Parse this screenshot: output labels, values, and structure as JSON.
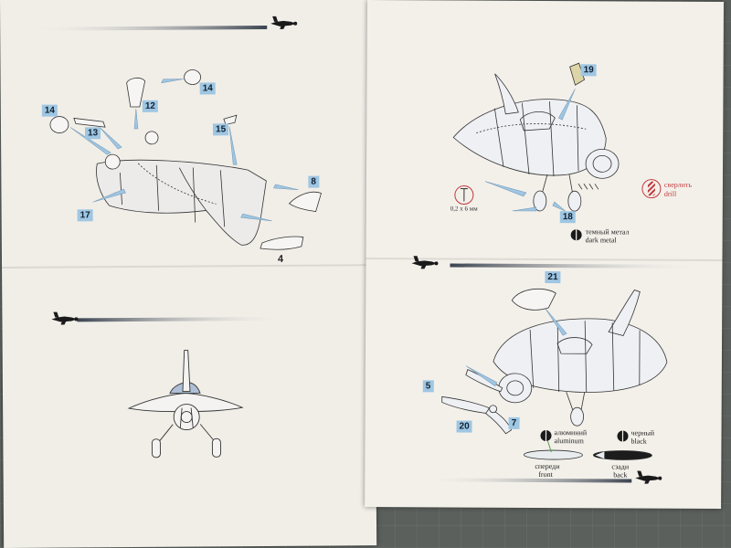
{
  "left_page": {
    "part_numbers": {
      "part_14_top": "14",
      "part_12": "12",
      "part_14_left": "14",
      "part_13": "13",
      "part_15": "15",
      "part_8": "8",
      "part_17": "17",
      "part_4": "4"
    }
  },
  "right_page": {
    "part_numbers": {
      "part_19": "19",
      "part_18": "18",
      "part_21": "21",
      "part_5": "5",
      "part_20": "20",
      "part_7": "7"
    },
    "drill": {
      "size_label": "0,2 x 6 мм",
      "label_ru": "сверлить",
      "label_en": "drill"
    },
    "paint": {
      "dark_metal_ru": "темный метал",
      "dark_metal_en": "dark metal",
      "aluminium_ru": "алюминий",
      "aluminium_en": "aluminum",
      "black_ru": "черный",
      "black_en": "black",
      "front_ru": "спереди",
      "front_en": "front",
      "back_ru": "сзади",
      "back_en": "back"
    }
  },
  "colors": {
    "callout_fill": "#9fc6e2",
    "section_bar": "#3a4350",
    "drill_red": "#c0373a",
    "paper": "#f1eee8"
  },
  "icons": [
    "fighter-plane-icon",
    "paint-drop-icon",
    "drill-bit-icon"
  ]
}
